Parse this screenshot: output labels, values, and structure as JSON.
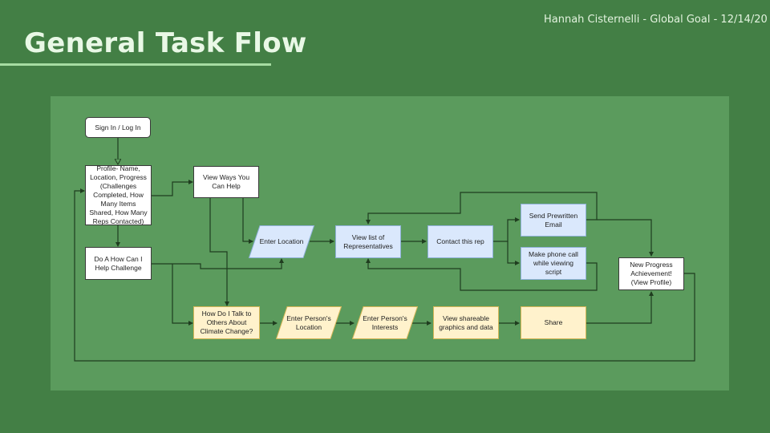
{
  "header": {
    "title": "General Task Flow",
    "subtitle": "Hannah Cisternelli - Global Goal - 12/14/20"
  },
  "colors": {
    "background": "#437f45",
    "panel": "#5b9b5d",
    "title_text": "#e9f8e6",
    "underline": "#a6dca2",
    "line": "#1f3d1f",
    "node_white": "#ffffff",
    "node_blue": "#dae8fc",
    "node_yellow": "#fff2cc"
  },
  "flow": {
    "nodes": {
      "sign_in": "Sign In / Log In",
      "profile": "Profile- Name, Location, Progress (Challenges Completed, How Many Items Shared, How Many Reps Contacted)",
      "view_ways": "View Ways You Can Help",
      "challenge": "Do A How Can I Help Challenge",
      "enter_location": "Enter Location",
      "view_reps": "View list of Representatives",
      "contact_rep": "Contact this rep",
      "send_email": "Send Prewritten Email",
      "phone_call": "Make phone call while viewing script",
      "achievement": "New Progress Achievement! (View Profile)",
      "talk_to_others": "How Do I Talk to Others About Climate Change?",
      "person_location": "Enter Person's Location",
      "person_interests": "Enter Person's Interests",
      "shareable": "View shareable graphics and data",
      "share": "Share"
    },
    "edges": [
      [
        "sign_in",
        "profile"
      ],
      [
        "profile",
        "view_ways"
      ],
      [
        "profile",
        "challenge"
      ],
      [
        "view_ways",
        "enter_location"
      ],
      [
        "view_ways",
        "talk_to_others"
      ],
      [
        "challenge",
        "enter_location"
      ],
      [
        "challenge",
        "talk_to_others"
      ],
      [
        "enter_location",
        "view_reps"
      ],
      [
        "view_reps",
        "contact_rep"
      ],
      [
        "contact_rep",
        "send_email"
      ],
      [
        "contact_rep",
        "phone_call"
      ],
      [
        "send_email",
        "view_reps"
      ],
      [
        "phone_call",
        "view_reps"
      ],
      [
        "send_email",
        "achievement"
      ],
      [
        "talk_to_others",
        "person_location"
      ],
      [
        "person_location",
        "person_interests"
      ],
      [
        "person_interests",
        "shareable"
      ],
      [
        "shareable",
        "share"
      ],
      [
        "share",
        "achievement"
      ],
      [
        "achievement",
        "profile"
      ]
    ]
  }
}
